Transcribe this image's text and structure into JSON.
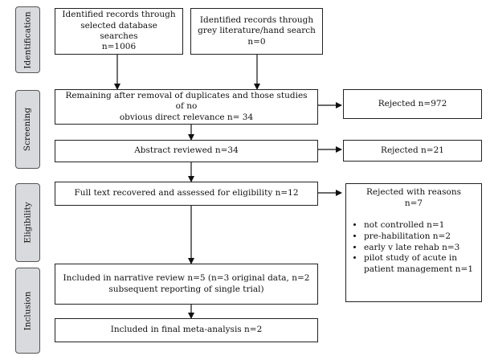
{
  "stages": [
    "Identification",
    "Screening",
    "Eligibility",
    "Inclusion"
  ],
  "boxes": {
    "identified_db": "Identified records through\nselected database searches\nn=1006",
    "identified_grey": "Identified records through\ngrey literature/hand search\nn=0",
    "remaining": "Remaining after removal of duplicates and those studies of no\nobvious direct relevance n= 34",
    "abstract": "Abstract reviewed n=34",
    "fulltext": "Full text recovered and assessed for eligibility n=12",
    "narrative": "Included in narrative review n=5 (n=3 original data, n=2\nsubsequent reporting of single trial)",
    "meta": "Included in final meta-analysis n=2",
    "rejected1": "Rejected n=972",
    "rejected2": "Rejected n=21"
  },
  "reasons": {
    "heading": "Rejected with reasons\nn=7",
    "items": [
      "not controlled n=1",
      "pre-habilitation n=2",
      "early v late rehab n=3",
      "pilot study of acute in patient management n=1"
    ]
  }
}
